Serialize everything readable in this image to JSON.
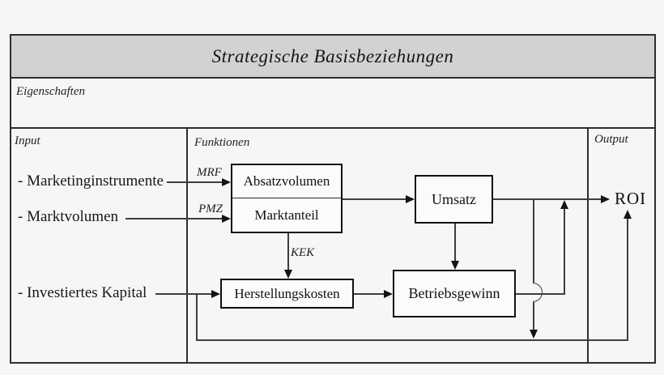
{
  "title": "Strategische Basisbeziehungen",
  "sections": {
    "eigenschaften": "Eigenschaften",
    "input": "Input",
    "funktionen": "Funktionen",
    "output": "Output"
  },
  "inputs": {
    "marketinginstrumente": "- Marketinginstrumente",
    "marktvolumen": "- Marktvolumen",
    "investiertes_kapital": "- Investiertes Kapital"
  },
  "nodes": {
    "absatzvolumen": "Absatzvolumen",
    "marktanteil": "Marktanteil",
    "umsatz": "Umsatz",
    "herstellungskosten": "Herstellungskosten",
    "betriebsgewinn": "Betriebsgewinn",
    "roi": "ROI"
  },
  "edge_labels": {
    "mrf": "MRF",
    "pmz": "PMZ",
    "kek": "KEK"
  },
  "colors": {
    "page_bg": "#f6f6f6",
    "titlebar_bg": "#d2d2d2",
    "frame_border": "#2e2e2e",
    "connector": "#3e3e3e",
    "box_bg": "#fbfbfb",
    "box_border": "#101010"
  }
}
